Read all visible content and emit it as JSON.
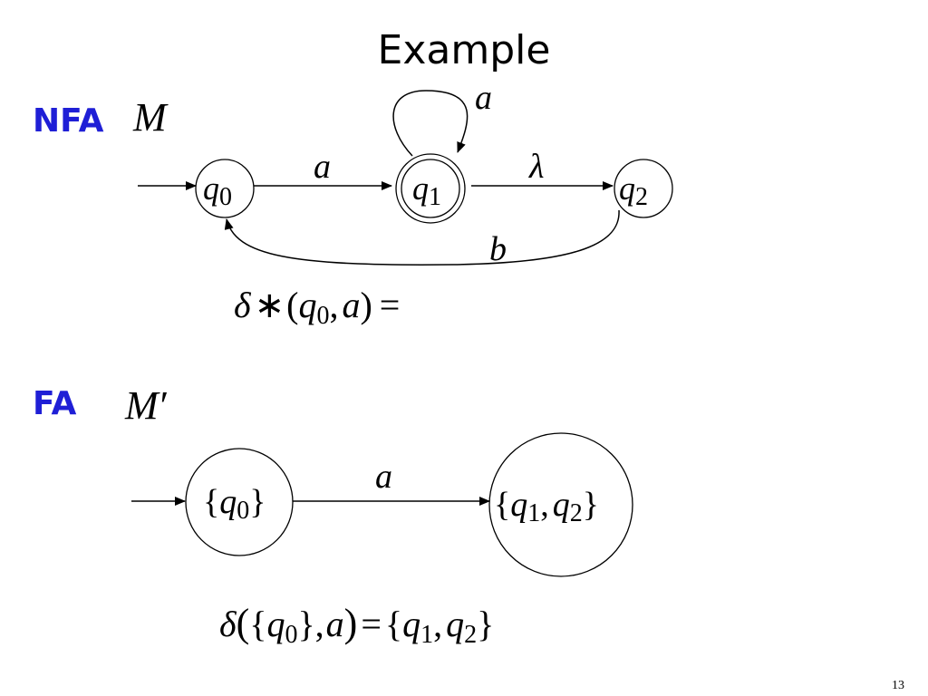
{
  "slide": {
    "title": "Example",
    "page_number": "13"
  },
  "colors": {
    "accent": "#1f1fd6",
    "ink": "#000000"
  },
  "nfa": {
    "tag": "NFA",
    "machine": "M",
    "states": [
      {
        "q": "q",
        "sub": "0"
      },
      {
        "q": "q",
        "sub": "1"
      },
      {
        "q": "q",
        "sub": "2"
      }
    ],
    "transitions": {
      "q0_q1": "a",
      "q1_loop": "a",
      "q1_q2": "λ",
      "q2_q0": "b"
    },
    "equation": {
      "delta": "δ",
      "star": "∗",
      "open": "(",
      "q": "q",
      "sub": "0",
      "comma": ",",
      "symbol": "a",
      "close": ")",
      "equals": "="
    }
  },
  "fa": {
    "tag": "FA",
    "machine": "M",
    "prime": "′",
    "state_a": {
      "open": "{",
      "q": "q",
      "sub": "0",
      "close": "}"
    },
    "state_b": {
      "open": "{",
      "q1": "q",
      "sub1": "1",
      "comma": ",",
      "q2": "q",
      "sub2": "2",
      "close": "}"
    },
    "transition": "a",
    "equation": {
      "delta": "δ",
      "lhs_open_paren": "(",
      "set_open": "{",
      "q0": "q",
      "sub0": "0",
      "set_close": "}",
      "comma": ",",
      "symbol": "a",
      "lhs_close_paren": ")",
      "equals": "=",
      "rhs_open": "{",
      "q1": "q",
      "sub1": "1",
      "rhs_comma": ",",
      "q2": "q",
      "sub2": "2",
      "rhs_close": "}"
    }
  }
}
